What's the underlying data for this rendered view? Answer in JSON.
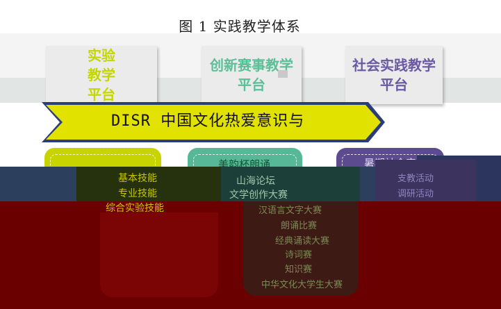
{
  "caption": "图 1   实践教学体系",
  "platforms": [
    {
      "lines": [
        "实验",
        "教学",
        "平台"
      ],
      "color": "#c4d600"
    },
    {
      "lines": [
        "创新赛事教学",
        "平台"
      ],
      "color": "#5dbf98"
    },
    {
      "lines": [
        "社会实践教学",
        "平台"
      ],
      "color": "#6a5aa3"
    }
  ],
  "banner": {
    "text": "DISR 中国文化热爱意识与",
    "color": "#e2e200"
  },
  "cards": [
    {
      "title": "",
      "items": [
        "基本技能",
        "专业技能",
        "综合实验技能"
      ]
    },
    {
      "title": "美韵杯朗诵",
      "items": [
        "山海论坛",
        "文学创作大赛",
        "汉语言文字大赛",
        "朗诵比赛",
        "经典诵读大赛",
        "诗词赛",
        "知识赛",
        "中华文化大学生大赛"
      ]
    },
    {
      "title": "暑期社会实践",
      "items": [
        "支教活动",
        "调研活动"
      ]
    }
  ]
}
